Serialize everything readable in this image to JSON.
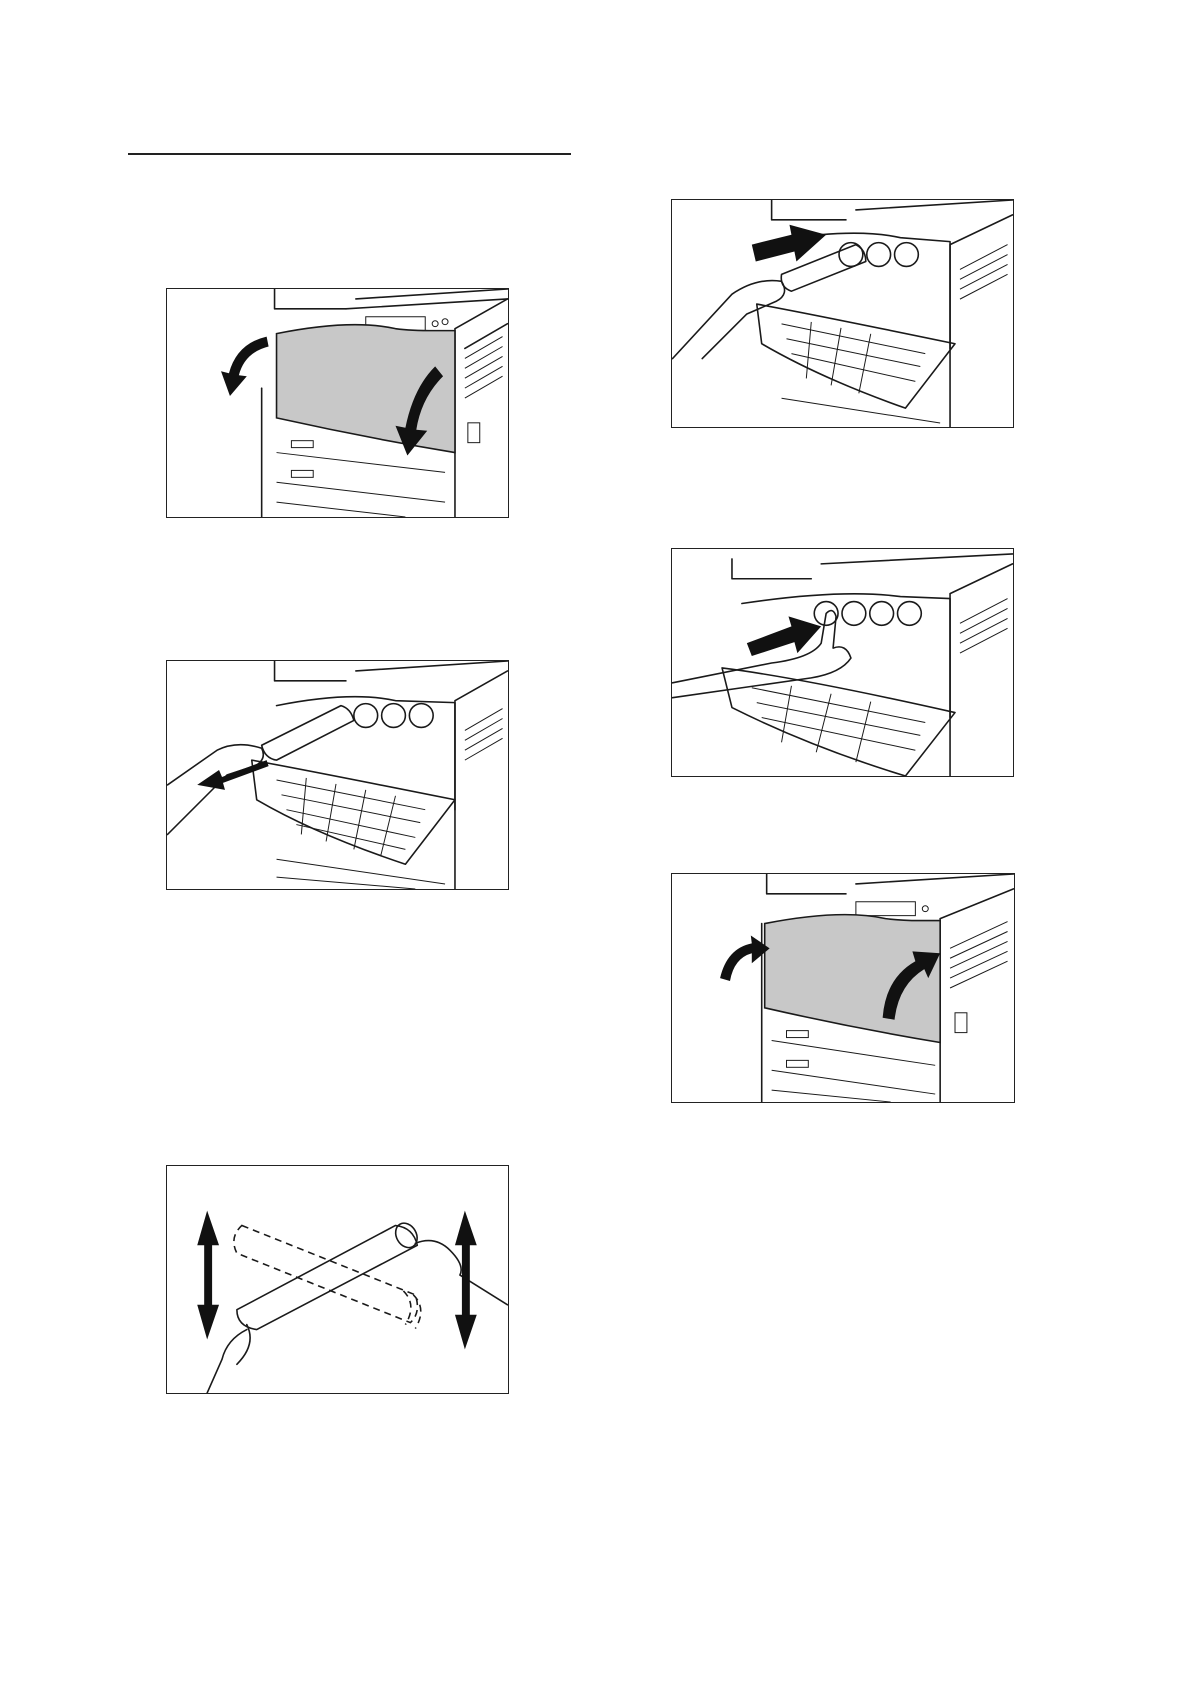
{
  "page": {
    "colors": {
      "line": "#1a1a1a",
      "panel_fill": "#c8c8c8",
      "cartridge_fill": "#c4c4c4",
      "arrow_fill": "#111111",
      "background": "#ffffff"
    }
  },
  "figures": [
    {
      "id": "open-front-cover",
      "icons": [
        "printer-icon",
        "front-cover-icon",
        "curved-arrow-down-icon"
      ]
    },
    {
      "id": "remove-toner-cartridge",
      "icons": [
        "printer-icon",
        "toner-cartridge-icon",
        "hand-icon",
        "arrow-left-icon"
      ]
    },
    {
      "id": "shake-new-cartridge",
      "icons": [
        "toner-cartridge-icon",
        "hand-icon",
        "double-arrow-vertical-icon"
      ]
    },
    {
      "id": "insert-toner-cartridge",
      "icons": [
        "printer-icon",
        "toner-cartridge-icon",
        "hand-icon",
        "arrow-right-icon"
      ]
    },
    {
      "id": "push-cartridge-in",
      "icons": [
        "printer-icon",
        "hand-icon",
        "arrow-right-icon"
      ]
    },
    {
      "id": "close-front-cover",
      "icons": [
        "printer-icon",
        "front-cover-icon",
        "curved-arrow-up-icon"
      ]
    }
  ]
}
